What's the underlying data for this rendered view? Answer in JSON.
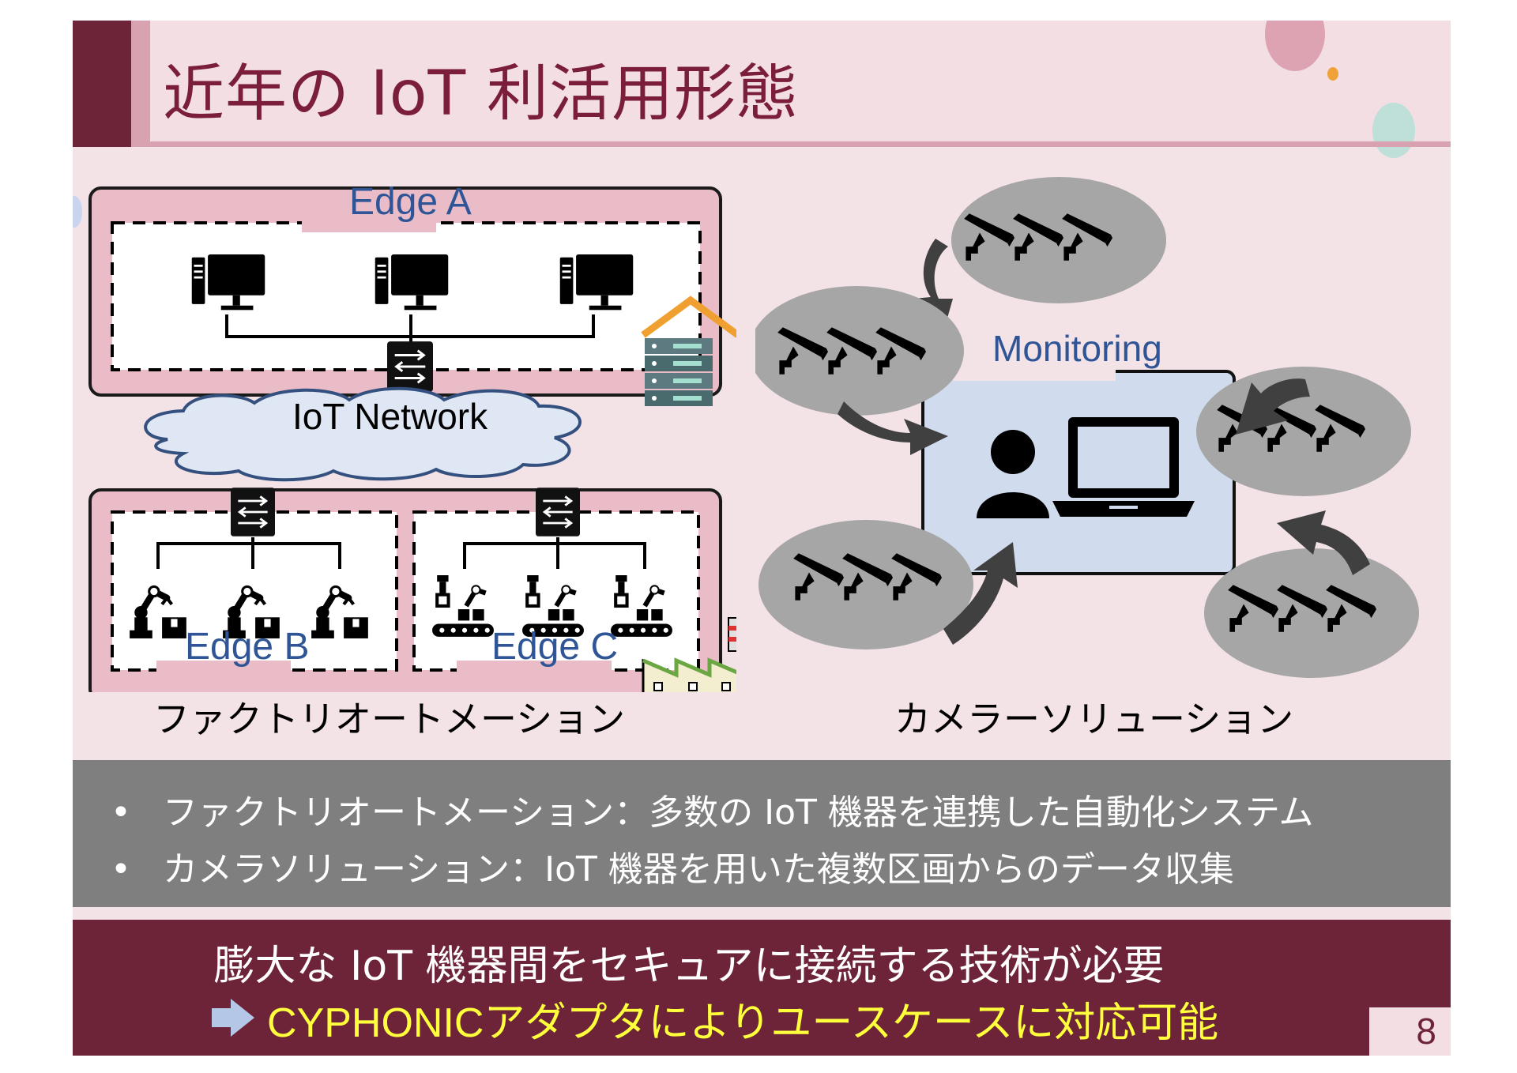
{
  "slide": {
    "title": "近年の IoT 利活用形態",
    "page_number": "8"
  },
  "factory": {
    "edge_a_label": "Edge A",
    "network_label": "IoT Network",
    "edge_b_label": "Edge B",
    "edge_c_label": "Edge C",
    "caption": "ファクトリオートメーション"
  },
  "camera": {
    "monitor_label": "Monitoring",
    "caption": "カメラーソリューション"
  },
  "bullets": [
    {
      "bullet": "•",
      "text": "ファクトリオートメーション：多数の IoT 機器を連携した自動化システム"
    },
    {
      "bullet": "•",
      "text": "カメラソリューション：IoT 機器を用いた複数区画からのデータ収集"
    }
  ],
  "conclusion": {
    "line1": "膨大な IoT 機器間をセキュアに接続する技術が必要",
    "line2": "CYPHONICアダプタによりユースケースに対応可能"
  },
  "icons": {
    "computer": "desktop-computer-icon",
    "switch": "network-switch-icon",
    "server": "server-rack-icon",
    "robot": "robot-arm-icon",
    "conveyor": "conveyor-robot-icon",
    "factory": "factory-icon",
    "camera": "cctv-camera-icon",
    "person": "person-icon",
    "laptop": "laptop-icon",
    "arrow": "right-arrow-icon"
  },
  "colors": {
    "slide_bg": "#f3e2e6",
    "accent_dark": "#6e2438",
    "accent_light": "#d9a2b0",
    "title_text": "#7a1e3c",
    "edge_label": "#2f5597",
    "bullets_bg": "#7f7f7f",
    "highlight_text": "#ffff3c",
    "monitor_box": "#d0dcee"
  }
}
